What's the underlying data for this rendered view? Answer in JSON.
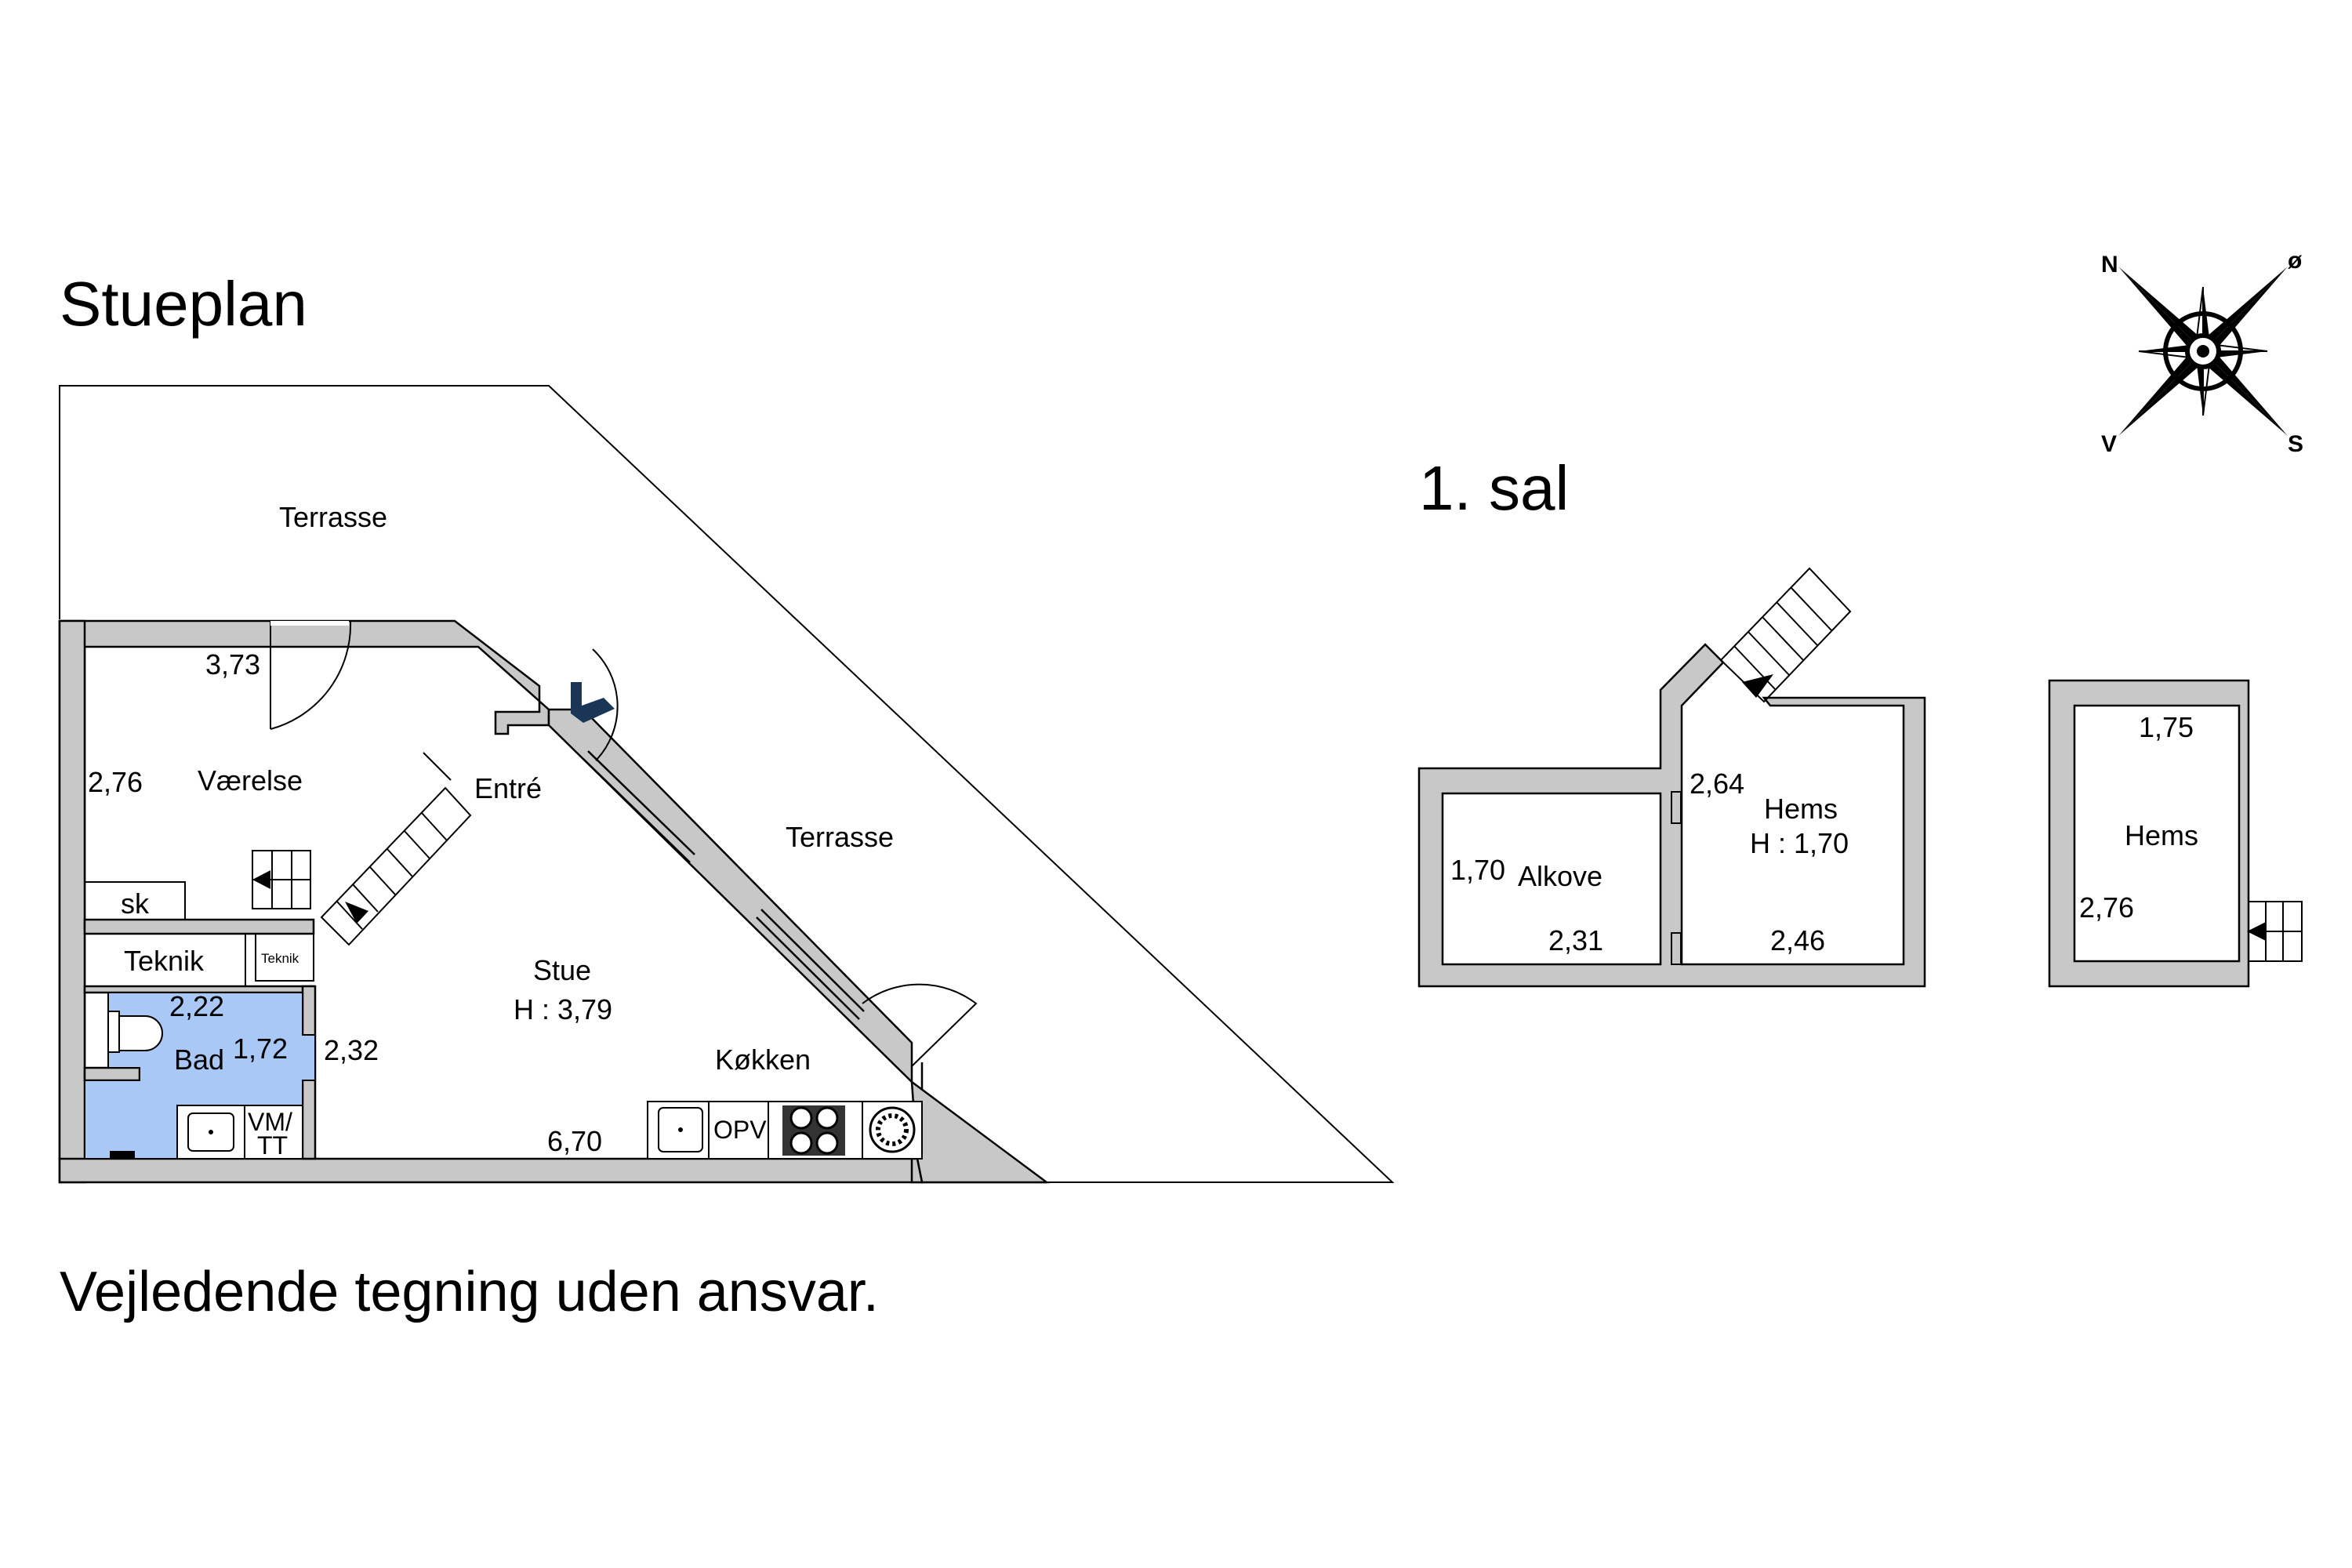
{
  "titles": {
    "ground_floor": "Stueplan",
    "first_floor": "1. sal",
    "disclaimer": "Vejledende tegning uden ansvar."
  },
  "compass": {
    "n": "N",
    "e": "ø",
    "s": "S",
    "w": "V"
  },
  "ground_floor": {
    "terrace_top": "Terrasse",
    "terrace_right": "Terrasse",
    "room_vaerelse": "Værelse",
    "room_vaerelse_w": "3,73",
    "room_vaerelse_d": "2,76",
    "closet": "sk",
    "entre": "Entré",
    "teknik": "Teknik",
    "teknik_small": "Teknik",
    "bad": "Bad",
    "bad_w": "2,22",
    "bad_d": "1,72",
    "stue": "Stue",
    "stue_h": "H : 3,79",
    "stue_w": "6,70",
    "stue_d": "2,32",
    "koekken": "Køkken",
    "vm_tt_1": "VM/",
    "vm_tt_2": "TT",
    "opv": "OPV"
  },
  "first_floor": {
    "hems1": "Hems",
    "hems1_h": "H : 1,70",
    "hems1_d": "2,64",
    "hems1_w": "2,46",
    "alkove": "Alkove",
    "alkove_d": "1,70",
    "alkove_w": "2,31",
    "hems2": "Hems",
    "hems2_w": "1,75",
    "hems2_d": "2,76"
  },
  "colors": {
    "wall": "#c8c8c8",
    "bathroom": "#aac8f5",
    "logo": "#1b3556"
  }
}
